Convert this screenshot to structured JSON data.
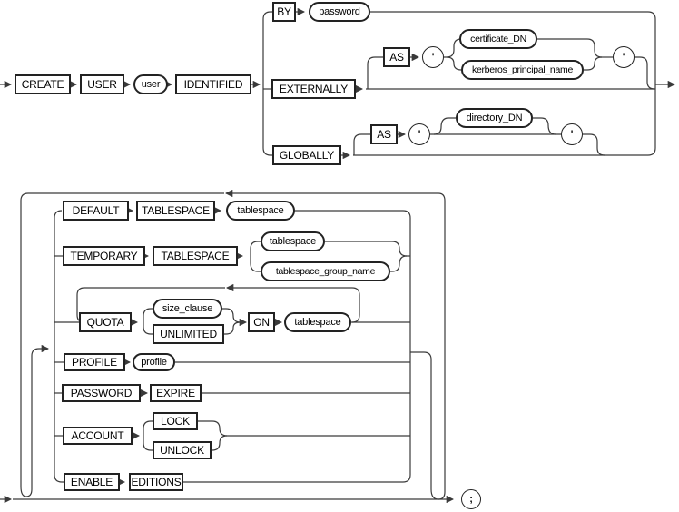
{
  "title": "CREATE USER syntax diagram",
  "colors": {
    "background": "#ffffff",
    "line": "#3a3a3a",
    "node_border": "#222222",
    "text": "#000000"
  },
  "d1": {
    "create": "CREATE",
    "user_kw": "USER",
    "user": "user",
    "identified": "IDENTIFIED",
    "by": "BY",
    "password": "password",
    "externally": "EXTERNALLY",
    "as1": "AS",
    "quote": "'",
    "certificate_dn": "certificate_DN",
    "kerberos_principal_name": "kerberos_principal_name",
    "globally": "GLOBALLY",
    "as2": "AS",
    "directory_dn": "directory_DN"
  },
  "d2": {
    "default": "DEFAULT",
    "tablespace_kw1": "TABLESPACE",
    "tablespace1": "tablespace",
    "temporary": "TEMPORARY",
    "tablespace_kw2": "TABLESPACE",
    "tablespace2": "tablespace",
    "tablespace_group_name": "tablespace_group_name",
    "quota": "QUOTA",
    "size_clause": "size_clause",
    "unlimited": "UNLIMITED",
    "on": "ON",
    "tablespace3": "tablespace",
    "profile_kw": "PROFILE",
    "profile": "profile",
    "password_kw": "PASSWORD",
    "expire": "EXPIRE",
    "account": "ACCOUNT",
    "lock": "LOCK",
    "unlock": "UNLOCK",
    "enable": "ENABLE",
    "editions": "EDITIONS",
    "semicolon": ";"
  }
}
